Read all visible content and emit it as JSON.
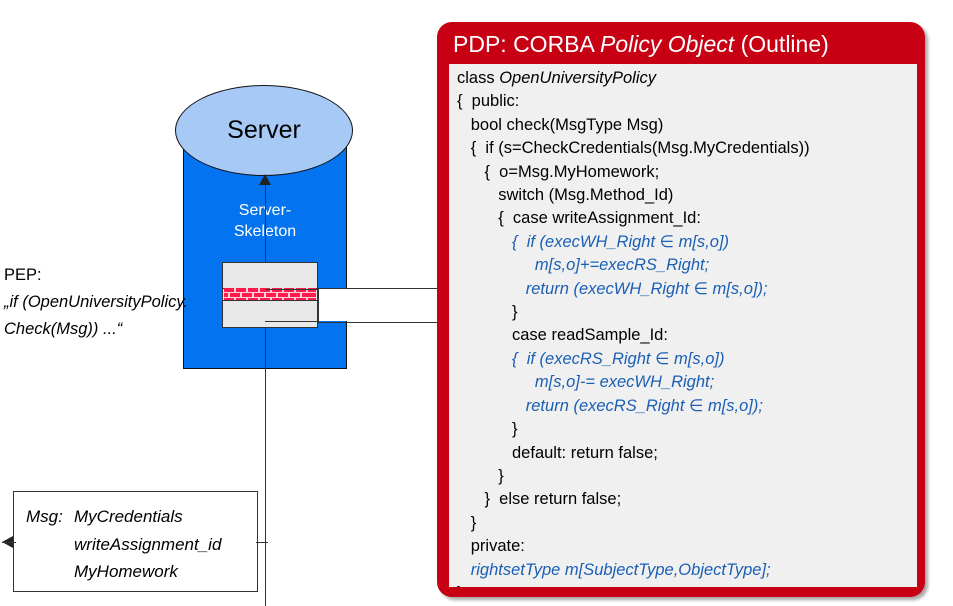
{
  "diagram": {
    "server": {
      "top_label": "Server",
      "body_label_line1": "Server-",
      "body_label_line2": "Skeleton",
      "fill_color": "#0473ef",
      "top_fill_color": "#a6caf5"
    },
    "pep": {
      "label": "PEP:",
      "quote_line1": "„if (OpenUniversityPolicy.",
      "quote_line2": "Check(Msg)) ...“",
      "icon_name": "firewall-brick-icon"
    },
    "message": {
      "key": "Msg:",
      "values": [
        "MyCredentials",
        "writeAssignment_id",
        "MyHomework"
      ]
    }
  },
  "pdp": {
    "title_prefix": "PDP: CORBA ",
    "title_italic": "Policy Object",
    "title_suffix": " (Outline)",
    "panel_color": "#c80014",
    "code_bg_color": "#f0f0f0",
    "code_accent_color": "#1a5fb4",
    "code": [
      {
        "text": "class ",
        "italic_text": "OpenUniversityPolicy",
        "blue": false
      },
      {
        "text": "{  public:",
        "blue": false
      },
      {
        "text": "   bool check(MsgType Msg)",
        "blue": false
      },
      {
        "text": "   {  if (s=CheckCredentials(Msg.MyCredentials))",
        "blue": false
      },
      {
        "text": "      {  o=Msg.MyHomework;",
        "blue": false
      },
      {
        "text": "         switch (Msg.Method_Id)",
        "blue": false
      },
      {
        "text": "         {  case writeAssignment_Id:",
        "blue": false
      },
      {
        "text": "            {  if (execWH_Right ∈ m[s,o])",
        "blue": true
      },
      {
        "text": "                 m[s,o]+=execRS_Right;",
        "blue": true
      },
      {
        "text": "               return (execWH_Right ∈ m[s,o]);",
        "blue": true
      },
      {
        "text": "            }",
        "blue": false
      },
      {
        "text": "            case readSample_Id:",
        "blue": false
      },
      {
        "text": "            {  if (execRS_Right ∈ m[s,o])",
        "blue": true
      },
      {
        "text": "                 m[s,o]-= execWH_Right;",
        "blue": true
      },
      {
        "text": "               return (execRS_Right ∈ m[s,o]);",
        "blue": true
      },
      {
        "text": "            }",
        "blue": false
      },
      {
        "text": "            default: return false;",
        "blue": false
      },
      {
        "text": "         }",
        "blue": false
      },
      {
        "text": "      }  else return false;",
        "blue": false
      },
      {
        "text": "   }",
        "blue": false
      },
      {
        "text": "   private:",
        "blue": false
      },
      {
        "text": "   rightsetType m[SubjectType,ObjectType];",
        "blue": true
      },
      {
        "text": "}",
        "blue": false
      }
    ]
  }
}
